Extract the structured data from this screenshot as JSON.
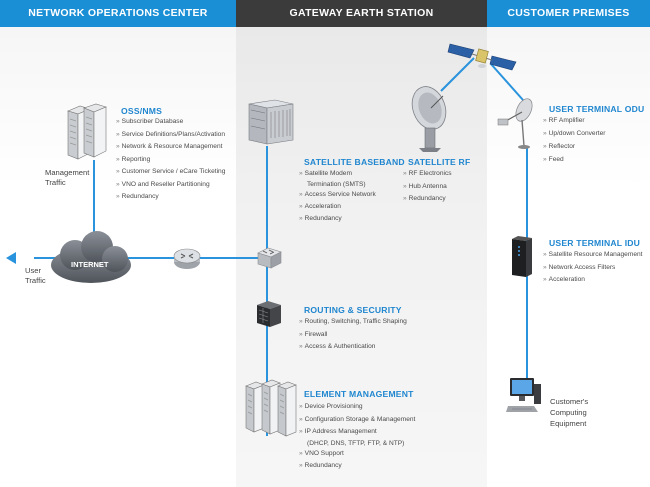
{
  "columns": {
    "noc": "NETWORK OPERATIONS CENTER",
    "ges": "GATEWAY EARTH STATION",
    "cp": "CUSTOMER PREMISES"
  },
  "oss": {
    "title": "OSS/NMS",
    "items": [
      "Subscriber Database",
      "Service Definitions/Plans/Activation",
      "Network & Resource Management",
      "Reporting",
      "Customer Service / eCare Ticketing",
      "VNO and Reseller Partitioning",
      "Redundancy"
    ]
  },
  "management_traffic": [
    "Management",
    "Traffic"
  ],
  "internet": "INTERNET",
  "user_traffic": [
    "User",
    "Traffic"
  ],
  "baseband": {
    "title": "SATELLITE BASEBAND",
    "items": [
      [
        "Satellite Modem",
        "Termination (SMTS)"
      ],
      [
        "Access Service Network"
      ],
      [
        "Acceleration"
      ],
      [
        "Redundancy"
      ]
    ]
  },
  "satrf": {
    "title": "SATELLITE RF",
    "items": [
      "RF Electronics",
      "Hub Antenna",
      "Redundancy"
    ]
  },
  "routing": {
    "title": "ROUTING & SECURITY",
    "items": [
      "Routing, Switching, Traffic Shaping",
      "Firewall",
      "Access & Authentication"
    ]
  },
  "element": {
    "title": "ELEMENT MANAGEMENT",
    "items": [
      [
        "Device Provisioning"
      ],
      [
        "Configuration Storage & Management"
      ],
      [
        "IP Address Management",
        "(DHCP, DNS, TFTP, FTP, & NTP)"
      ],
      [
        "VNO Support"
      ],
      [
        "Redundancy"
      ]
    ]
  },
  "odu": {
    "title": "USER TERMINAL ODU",
    "items": [
      "RF Amplifier",
      "Up/down Converter",
      "Reflector",
      "Feed"
    ]
  },
  "idu": {
    "title": "USER TERMINAL IDU",
    "items": [
      "Satellite Resource Management",
      "Network Access Filters",
      "Acceleration"
    ]
  },
  "customer_equipment": [
    "Customer's",
    "Computing",
    "Equipment"
  ],
  "bullet": "»",
  "colors": {
    "accent": "#1b8fd6",
    "header_dark": "#3b3b3b",
    "line": "#2a93dd"
  }
}
